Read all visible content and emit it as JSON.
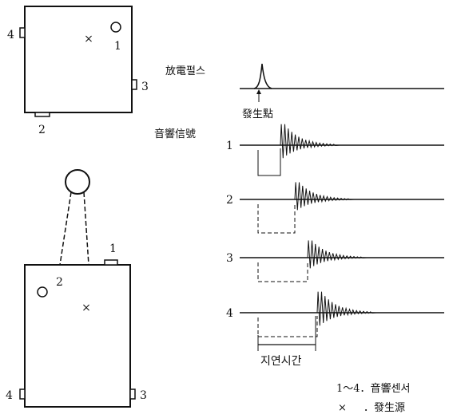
{
  "top_view": {
    "sensor_labels": [
      "1",
      "2",
      "3",
      "4"
    ],
    "source_mark": "×"
  },
  "side_view": {
    "sensor_labels": [
      "1",
      "2",
      "3",
      "4"
    ],
    "source_mark": "×"
  },
  "discharge_pulse": {
    "label": "放電펄스",
    "origin_label": "發生點"
  },
  "acoustic_signals": {
    "label": "音響信號",
    "channels": [
      {
        "name": "1",
        "delay": 0.4
      },
      {
        "name": "2",
        "delay": 0.7
      },
      {
        "name": "3",
        "delay": 0.9
      },
      {
        "name": "4",
        "delay": 1.0
      }
    ]
  },
  "delay_label": "지연시간",
  "legend": {
    "sensors": "1～4．音響센서",
    "source_symbol": "×",
    "source_text": "．發生源"
  }
}
